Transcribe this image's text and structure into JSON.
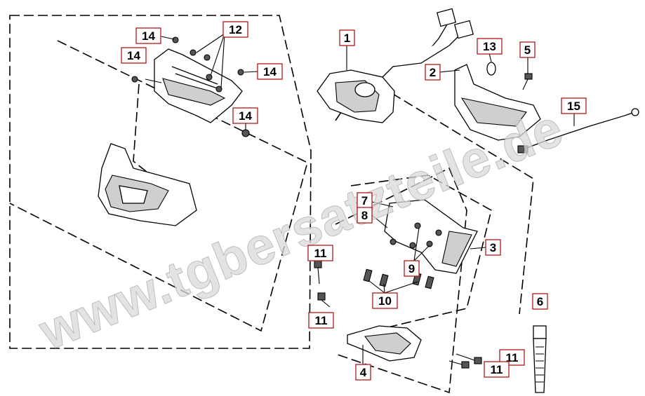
{
  "watermark": {
    "text": "www.tgbersatzteile.de"
  },
  "callouts": [
    {
      "id": "c14a",
      "label": "14"
    },
    {
      "id": "c12",
      "label": "12"
    },
    {
      "id": "c14b",
      "label": "14"
    },
    {
      "id": "c14c",
      "label": "14"
    },
    {
      "id": "c14d",
      "label": "14"
    },
    {
      "id": "c1",
      "label": "1"
    },
    {
      "id": "c13",
      "label": "13"
    },
    {
      "id": "c5",
      "label": "5"
    },
    {
      "id": "c2",
      "label": "2"
    },
    {
      "id": "c15",
      "label": "15"
    },
    {
      "id": "c7",
      "label": "7"
    },
    {
      "id": "c8",
      "label": "8"
    },
    {
      "id": "c3",
      "label": "3"
    },
    {
      "id": "c11a",
      "label": "11"
    },
    {
      "id": "c9",
      "label": "9"
    },
    {
      "id": "c10",
      "label": "10"
    },
    {
      "id": "c11b",
      "label": "11"
    },
    {
      "id": "c6",
      "label": "6"
    },
    {
      "id": "c11c",
      "label": "11"
    },
    {
      "id": "c11d",
      "label": "11"
    },
    {
      "id": "c4",
      "label": "4"
    }
  ],
  "colors": {
    "callout_border": "#b01818",
    "line": "#000000",
    "watermark": "#d9d9d9"
  }
}
